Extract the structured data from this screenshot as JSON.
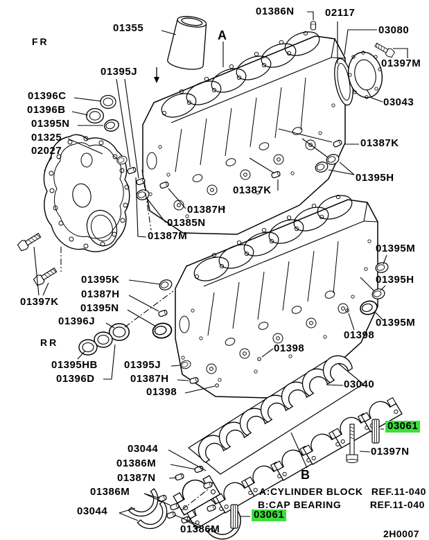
{
  "page": {
    "drawing_number": "2H0007"
  },
  "highlight": {
    "color": "#3ce03c",
    "highlighted_part": "03061"
  },
  "legend": {
    "items": [
      {
        "label": "A:CYLINDER BLOCK",
        "ref": "REF.11-040"
      },
      {
        "label": "B:CAP BEARING",
        "ref": "REF.11-040"
      }
    ]
  },
  "labels": [
    {
      "text": "01355"
    },
    {
      "text": "FR"
    },
    {
      "text": "A"
    },
    {
      "text": "01386N"
    },
    {
      "text": "02117"
    },
    {
      "text": "03080"
    },
    {
      "text": "01397M"
    },
    {
      "text": "03043"
    },
    {
      "text": "01395J"
    },
    {
      "text": "01396C"
    },
    {
      "text": "01396B"
    },
    {
      "text": "01395N"
    },
    {
      "text": "01325"
    },
    {
      "text": "02027"
    },
    {
      "text": "01387K"
    },
    {
      "text": "01395H"
    },
    {
      "text": "01387K"
    },
    {
      "text": "01387H"
    },
    {
      "text": "01385N"
    },
    {
      "text": "01387M"
    },
    {
      "text": "01395M"
    },
    {
      "text": "01395K"
    },
    {
      "text": "01387H"
    },
    {
      "text": "01395N"
    },
    {
      "text": "01396J"
    },
    {
      "text": "01397K"
    },
    {
      "text": "RR"
    },
    {
      "text": "01395HB"
    },
    {
      "text": "01396D"
    },
    {
      "text": "01395J"
    },
    {
      "text": "01387H"
    },
    {
      "text": "01398"
    },
    {
      "text": "01395H"
    },
    {
      "text": "01395M"
    },
    {
      "text": "01398"
    },
    {
      "text": "01398"
    },
    {
      "text": "03040"
    },
    {
      "text": "03061"
    },
    {
      "text": "01397N"
    },
    {
      "text": "B"
    },
    {
      "text": "03044"
    },
    {
      "text": "01386M"
    },
    {
      "text": "01387N"
    },
    {
      "text": "01386M"
    },
    {
      "text": "03044"
    },
    {
      "text": "01386M"
    },
    {
      "text": "03061"
    }
  ]
}
